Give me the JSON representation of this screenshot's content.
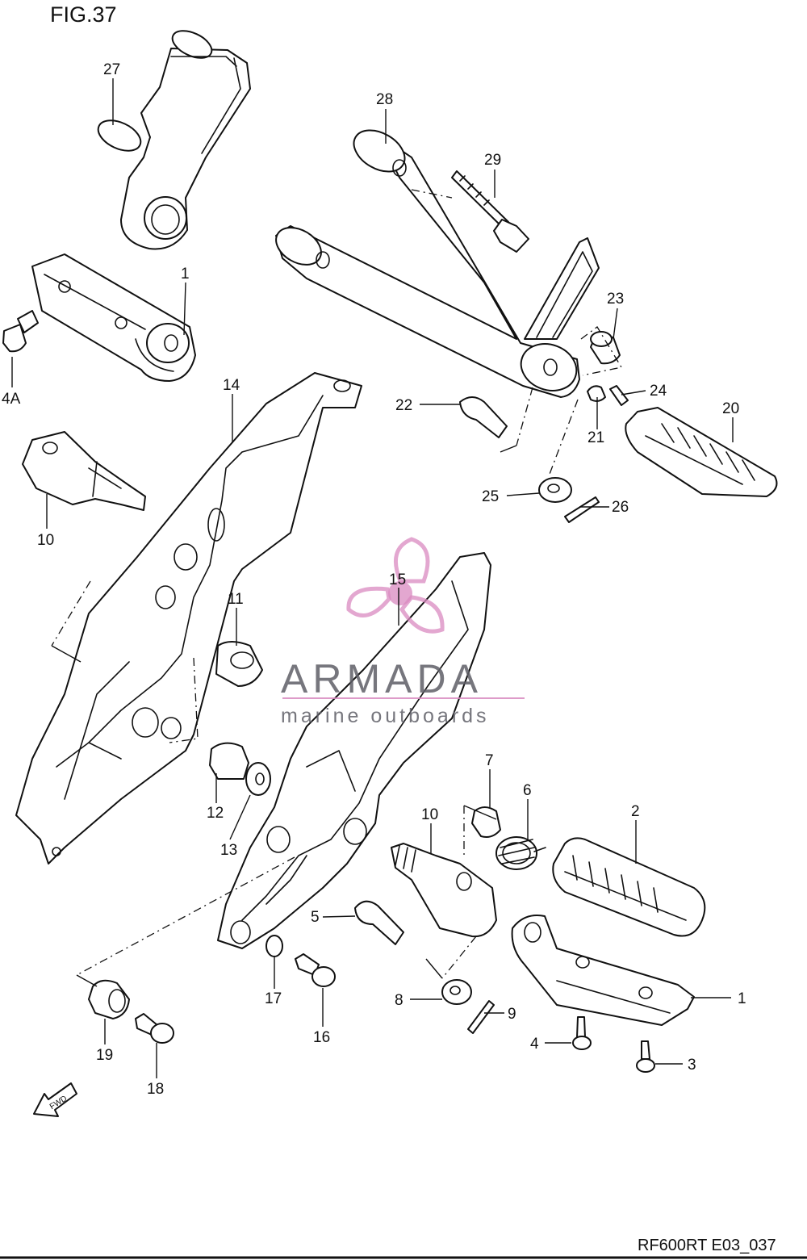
{
  "figure": {
    "title": "FIG.37",
    "code": "RF600RT E03_037",
    "fwd_label": "FWD"
  },
  "watermark": {
    "brand": "ARMADA",
    "tagline": "marine outboards",
    "color": "#5f5f67",
    "accent": "#d98ac0"
  },
  "callouts": {
    "c27": "27",
    "c28": "28",
    "c29": "29",
    "c1_top": "1",
    "c4a": "4A",
    "c23": "23",
    "c24": "24",
    "c22": "22",
    "c21": "21",
    "c20": "20",
    "c14": "14",
    "c10_top": "10",
    "c25": "25",
    "c26": "26",
    "c15": "15",
    "c11": "11",
    "c7": "7",
    "c6": "6",
    "c2": "2",
    "c10_bottom": "10",
    "c12": "12",
    "c13": "13",
    "c5": "5",
    "c1_bottom": "1",
    "c8": "8",
    "c9": "9",
    "c17": "17",
    "c16": "16",
    "c4": "4",
    "c3": "3",
    "c19": "19",
    "c18": "18"
  }
}
